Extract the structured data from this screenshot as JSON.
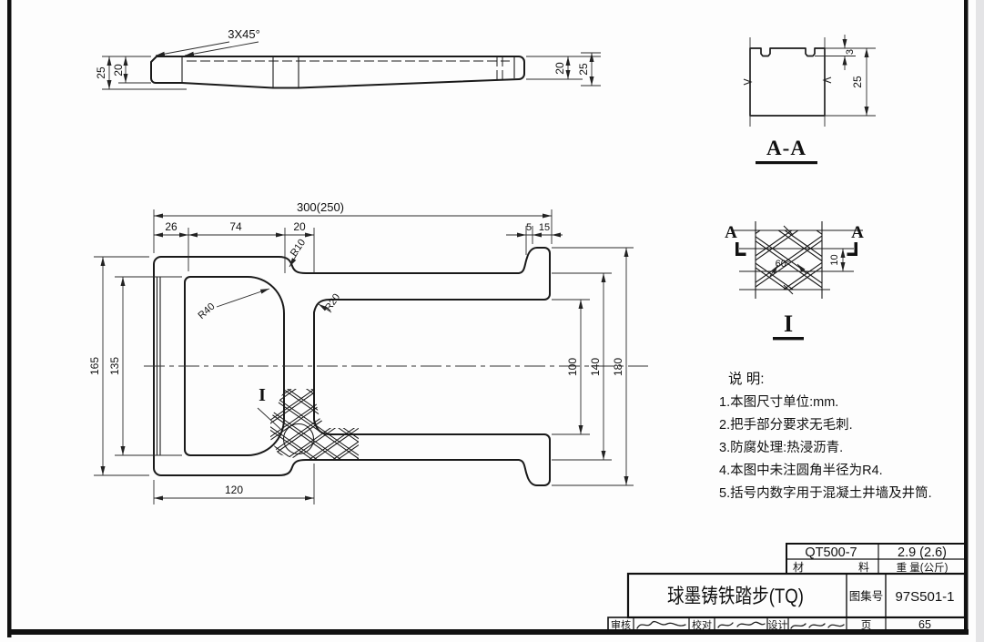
{
  "drawing": {
    "title": "球墨铸铁踏步(TQ)",
    "atlas_label": "图集号",
    "atlas_no": "97S501-1",
    "page_label": "页",
    "page_no": "65",
    "material_label": "材 料",
    "material_value": "QT500-7",
    "weight_label": "重 量(公斤)",
    "weight_value": "2.9 (2.6)",
    "reviewer_label": "审核",
    "checker_label": "校对",
    "designer_label": "设计"
  },
  "notes": {
    "heading": "说 明:",
    "items": [
      "1.本图尺寸单位:mm.",
      "2.把手部分要求无毛刺.",
      "3.防腐处理:热浸沥青.",
      "4.本图中未注圆角半径为R4.",
      "5.括号内数字用于混凝土井墙及井筒."
    ]
  },
  "labels": {
    "section_name": "A-A",
    "detail_name": "I",
    "detail_ref": "I",
    "section_marker_left": "A",
    "section_marker_right": "A",
    "chamfer": "3X45°",
    "knurl_angle": "60°",
    "r10": "R10",
    "r20": "R20",
    "r40": "R40"
  },
  "dims": {
    "elev_left_outer": "25",
    "elev_left_inner": "20",
    "elev_right_inner": "20",
    "elev_right_outer": "25",
    "aa_groove": "3",
    "aa_depth": "25",
    "knurl_pitch": "10",
    "plan_overall": "300(250)",
    "plan_26": "26",
    "plan_74": "74",
    "plan_20": "20",
    "plan_5": "5",
    "plan_15": "15",
    "plan_165": "165",
    "plan_135": "135",
    "plan_100": "100",
    "plan_140": "140",
    "plan_180": "180",
    "plan_120": "120"
  }
}
